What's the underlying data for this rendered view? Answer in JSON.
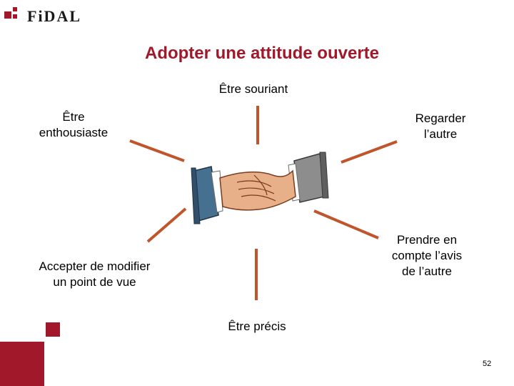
{
  "logo": {
    "text": "FiDAL"
  },
  "slide": {
    "title": "Adopter une attitude ouverte",
    "labels": {
      "top": "Être souriant",
      "top_left_line1": "Être",
      "top_left_line2": "enthousiaste",
      "top_right_line1": "Regarder",
      "top_right_line2": "l’autre",
      "bottom_left_line1": "Accepter de modifier",
      "bottom_left_line2": "un point de vue",
      "bottom_right_line1": "Prendre en",
      "bottom_right_line2": "compte l’avis",
      "bottom_right_line3": "de l’autre",
      "bottom": "Être précis"
    },
    "page_number": "52"
  },
  "colors": {
    "accent": "#a0182a",
    "connector": "#c0542a"
  }
}
